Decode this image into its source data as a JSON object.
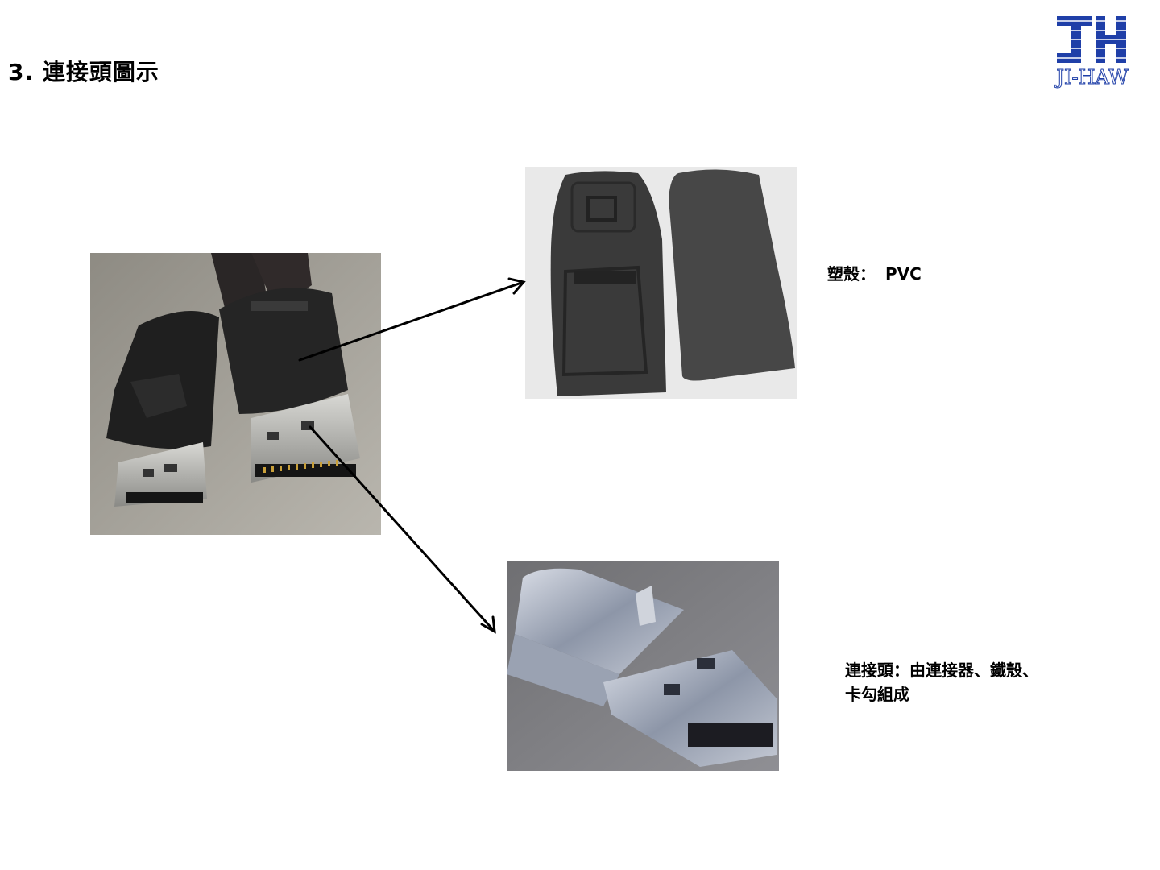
{
  "page": {
    "title": "3. 連接頭圖示"
  },
  "logo": {
    "text": "JI-HAW",
    "color": "#1f3fa8"
  },
  "labels": {
    "shell_key": "塑殼：",
    "shell_value": "PVC",
    "connector_line1": "連接頭：由連接器、鐵殼、",
    "connector_line2": "卡勾組成"
  },
  "images": {
    "main": "displayport-cable-connectors-photo",
    "shell": "pvc-plastic-shell-halves-photo",
    "metal": "metal-connector-with-iron-shell-photo"
  }
}
